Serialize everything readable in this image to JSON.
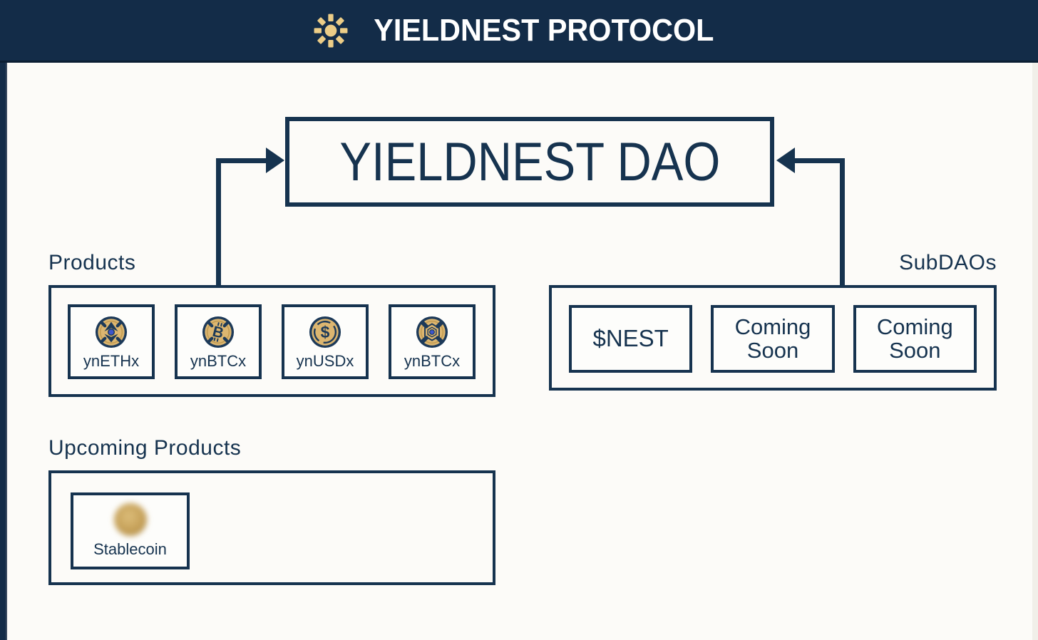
{
  "header": {
    "title": "YIELDNEST PROTOCOL",
    "icon": "sun-icon"
  },
  "dao_box": {
    "label": "YIELDNEST DAO"
  },
  "products": {
    "label": "Products",
    "items": [
      {
        "label": "ynETHx",
        "icon": "yneth-coin-icon"
      },
      {
        "label": "ynBTCx",
        "icon": "ynbtc-coin-icon"
      },
      {
        "label": "ynUSDx",
        "icon": "ynusd-coin-icon"
      },
      {
        "label": "ynBTCx",
        "icon": "ynbtc-alt-coin-icon"
      }
    ]
  },
  "subdaos": {
    "label": "SubDAOs",
    "items": [
      {
        "label": "$NEST"
      },
      {
        "label": "Coming Soon"
      },
      {
        "label": "Coming Soon"
      }
    ]
  },
  "upcoming": {
    "label": "Upcoming Products",
    "items": [
      {
        "label": "Stablecoin",
        "icon": "stablecoin-blurred-icon"
      }
    ]
  },
  "colors": {
    "header_navy": "#132c48",
    "diagram_navy": "#16334f",
    "gold": "#eccd87",
    "coin_gold": "#dcb670",
    "blue_dot": "#3d55cc",
    "panel_bg": "#fcfbf8"
  }
}
